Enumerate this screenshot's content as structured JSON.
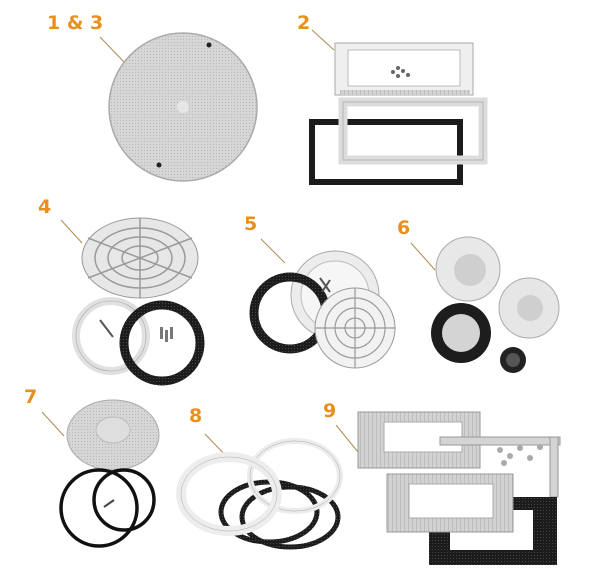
{
  "colors": {
    "label": "#e8901c",
    "leader": "#b08a50",
    "part_light": "#e4e4e4",
    "part_mid": "#cfcfcf",
    "part_edge": "#9a9a9a",
    "gasket": "#1e1e1e"
  },
  "items": [
    {
      "id": "1-3",
      "label": "1 & 3",
      "description": "round flat cover plate with two screw holes"
    },
    {
      "id": "2",
      "label": "2",
      "description": "rectangular skimmer face frame, flange plate, black gasket and screws"
    },
    {
      "id": "4",
      "label": "4",
      "description": "domed main drain grate with white ring, black gasket and screws"
    },
    {
      "id": "5",
      "label": "5",
      "description": "round drain housing with flat grate, black gasket, screws"
    },
    {
      "id": "6",
      "label": "6",
      "description": "return inlet fitting with flange, gasket ring, eyeball nozzle"
    },
    {
      "id": "7",
      "label": "7",
      "description": "round flat cover with two black o-rings and screw"
    },
    {
      "id": "8",
      "label": "8",
      "description": "two white rings with black gaskets"
    },
    {
      "id": "9",
      "label": "9",
      "description": "rectangular skimmer flange plates, L-bracket, gasket and screw sprues"
    }
  ]
}
